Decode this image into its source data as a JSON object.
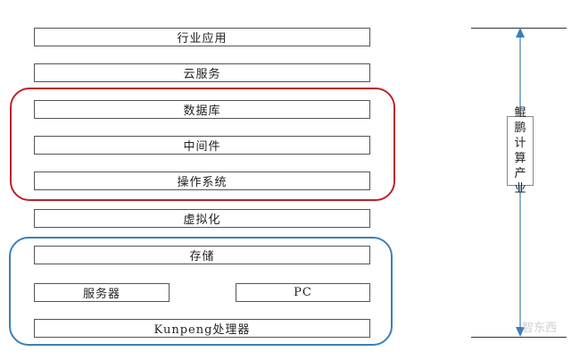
{
  "layers": {
    "industry_apps": "行业应用",
    "cloud_services": "云服务",
    "database": "数据库",
    "middleware": "中间件",
    "operating_system": "操作系统",
    "virtualization": "虚拟化",
    "storage": "存储",
    "server": "服务器",
    "pc": "PC",
    "processor": "Kunpeng处理器"
  },
  "side_label": "鲲鹏计算产业",
  "watermark": "智东西",
  "colors": {
    "software_group_border": "#c0202a",
    "hardware_group_border": "#3b7fb8",
    "layer_border": "#555555"
  }
}
